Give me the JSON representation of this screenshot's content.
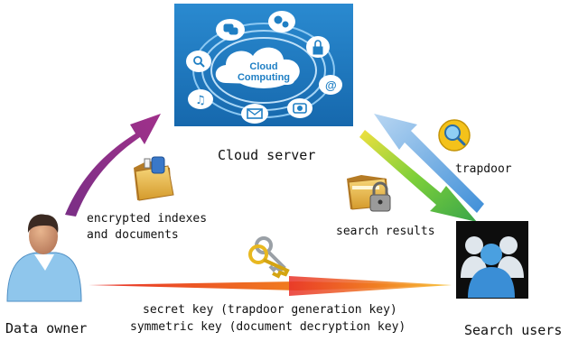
{
  "cloud": {
    "title_line1": "Cloud",
    "title_line2": "Computing",
    "panel_color": "#1f7fc4",
    "caption": "Cloud server"
  },
  "labels": {
    "data_owner": "Data owner",
    "search_users": "Search users",
    "trapdoor": "trapdoor",
    "search_results": "search results",
    "upload_line1": "encrypted indexes",
    "upload_line2": "and documents",
    "keys_line1": "secret key (trapdoor generation key)",
    "keys_line2": "symmetric key (document decryption key)"
  },
  "icons": [
    "cloud-computing-icon",
    "data-owner-icon",
    "search-users-icon",
    "folder-icon",
    "locked-folder-icon",
    "magnifier-icon",
    "keys-icon"
  ],
  "colors": {
    "purple_arrow": "#8a2a8c",
    "blue_arrow": "#7fb0e0",
    "green_arrow": "#7cc43a",
    "orange_arrow": "#f08020"
  }
}
